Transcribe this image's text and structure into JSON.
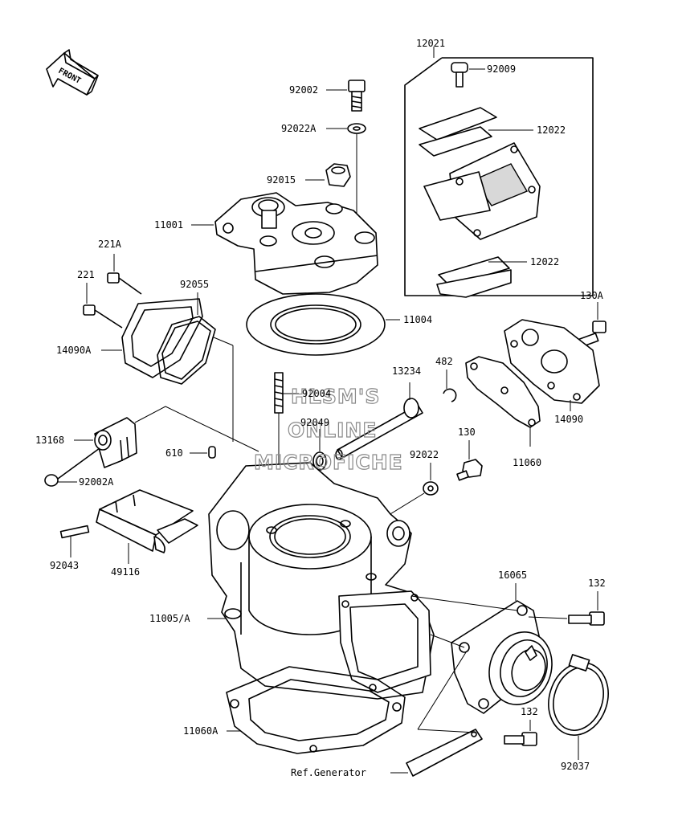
{
  "front_label": "FRONT",
  "watermark": [
    "HLSM'S",
    "ONLINE",
    "MICROFICHE"
  ],
  "part_labels": {
    "p12021": "12021",
    "p92009": "92009",
    "p12022a": "12022",
    "p12022b": "12022",
    "p92002": "92002",
    "p92022A": "92022A",
    "p92015": "92015",
    "p11001": "11001",
    "p221A": "221A",
    "p221": "221",
    "p92055": "92055",
    "p14090A": "14090A",
    "p11004": "11004",
    "p130A": "130A",
    "p13234": "13234",
    "p482": "482",
    "p92004": "92004",
    "p92049": "92049",
    "p13168": "13168",
    "p130": "130",
    "p14090": "14090",
    "p610": "610",
    "p92022": "92022",
    "p11060": "11060",
    "p92002A": "92002A",
    "p92043": "92043",
    "p49116": "49116",
    "p16065": "16065",
    "p132a": "132",
    "p11005A": "11005/A",
    "p11060A": "11060A",
    "p132b": "132",
    "pRefGen": "Ref.Generator",
    "p92037": "92037"
  }
}
